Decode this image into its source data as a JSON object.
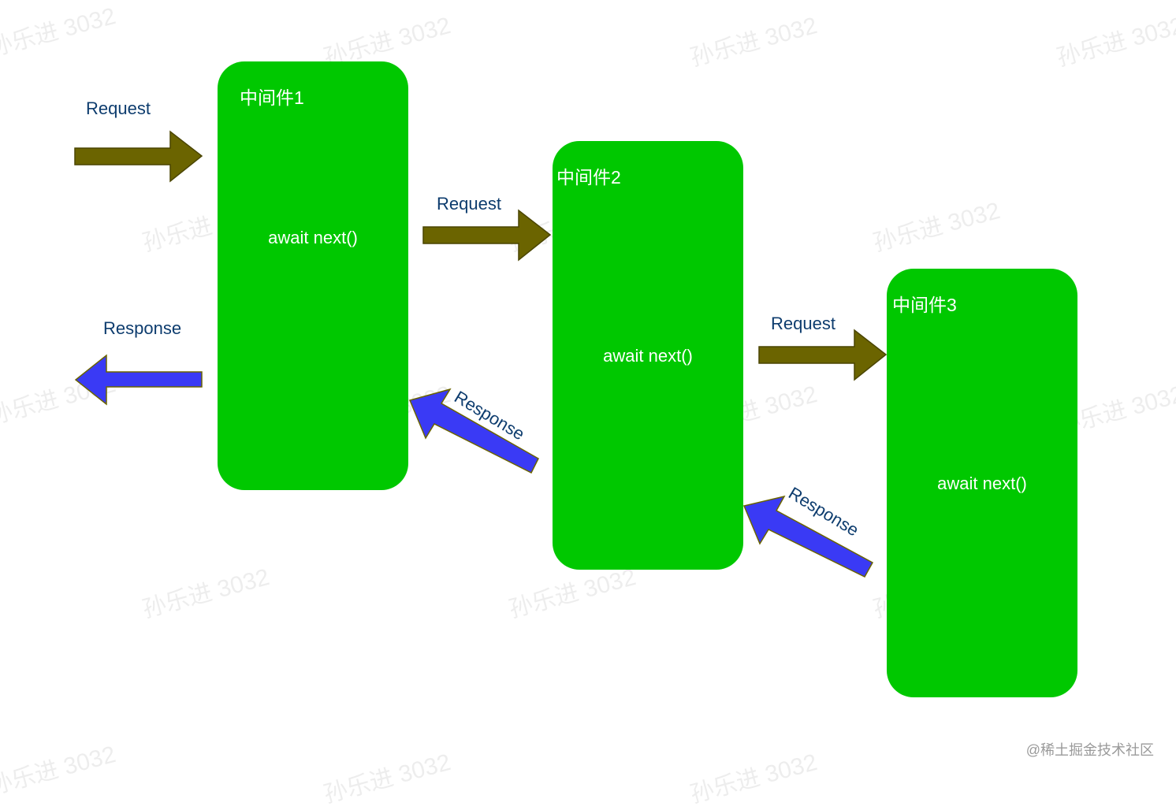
{
  "middlewares": [
    {
      "title": "中间件1",
      "code": "await next()"
    },
    {
      "title": "中间件2",
      "code": "await next()"
    },
    {
      "title": "中间件3",
      "code": "await next()"
    }
  ],
  "labels": {
    "request_1": "Request",
    "request_2": "Request",
    "request_3": "Request",
    "response_1": "Response",
    "response_2": "Response",
    "response_3": "Response"
  },
  "colors": {
    "box_fill": "#00c800",
    "request_arrow": "#6b6400",
    "response_arrow": "#3a3af5",
    "label_text": "#0d3c6e"
  },
  "watermark": "孙乐进 3032",
  "credit": "@稀土掘金技术社区"
}
